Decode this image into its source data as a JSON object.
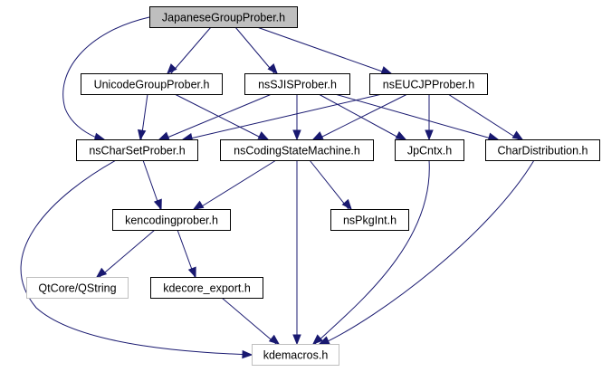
{
  "diagram": {
    "type": "include-dependency-graph",
    "colors": {
      "edge": "#191970",
      "root_fill": "#bfbfbf",
      "node_fill": "#ffffff",
      "node_border": "#000000",
      "external_border": "#bfbfbf"
    },
    "nodes": [
      {
        "id": "JapaneseGroupProber",
        "label": "JapaneseGroupProber.h",
        "kind": "root"
      },
      {
        "id": "UnicodeGroupProber",
        "label": "UnicodeGroupProber.h",
        "kind": "normal"
      },
      {
        "id": "nsSJISProber",
        "label": "nsSJISProber.h",
        "kind": "normal"
      },
      {
        "id": "nsEUCJPProber",
        "label": "nsEUCJPProber.h",
        "kind": "normal"
      },
      {
        "id": "nsCharSetProber",
        "label": "nsCharSetProber.h",
        "kind": "normal"
      },
      {
        "id": "nsCodingStateMachine",
        "label": "nsCodingStateMachine.h",
        "kind": "normal"
      },
      {
        "id": "JpCntx",
        "label": "JpCntx.h",
        "kind": "normal"
      },
      {
        "id": "CharDistribution",
        "label": "CharDistribution.h",
        "kind": "normal"
      },
      {
        "id": "kencodingprober",
        "label": "kencodingprober.h",
        "kind": "normal"
      },
      {
        "id": "nsPkgInt",
        "label": "nsPkgInt.h",
        "kind": "normal"
      },
      {
        "id": "QString",
        "label": "QtCore/QString",
        "kind": "external"
      },
      {
        "id": "kdecore_export",
        "label": "kdecore_export.h",
        "kind": "normal"
      },
      {
        "id": "kdemacros",
        "label": "kdemacros.h",
        "kind": "external"
      }
    ],
    "edges": [
      {
        "from": "JapaneseGroupProber",
        "to": "nsCharSetProber"
      },
      {
        "from": "JapaneseGroupProber",
        "to": "UnicodeGroupProber"
      },
      {
        "from": "JapaneseGroupProber",
        "to": "nsSJISProber"
      },
      {
        "from": "JapaneseGroupProber",
        "to": "nsEUCJPProber"
      },
      {
        "from": "UnicodeGroupProber",
        "to": "nsCharSetProber"
      },
      {
        "from": "UnicodeGroupProber",
        "to": "nsCodingStateMachine"
      },
      {
        "from": "nsSJISProber",
        "to": "nsCharSetProber"
      },
      {
        "from": "nsSJISProber",
        "to": "nsCodingStateMachine"
      },
      {
        "from": "nsSJISProber",
        "to": "JpCntx"
      },
      {
        "from": "nsSJISProber",
        "to": "CharDistribution"
      },
      {
        "from": "nsEUCJPProber",
        "to": "nsCharSetProber"
      },
      {
        "from": "nsEUCJPProber",
        "to": "nsCodingStateMachine"
      },
      {
        "from": "nsEUCJPProber",
        "to": "JpCntx"
      },
      {
        "from": "nsEUCJPProber",
        "to": "CharDistribution"
      },
      {
        "from": "nsCharSetProber",
        "to": "kencodingprober"
      },
      {
        "from": "nsCharSetProber",
        "to": "kdemacros"
      },
      {
        "from": "nsCodingStateMachine",
        "to": "kencodingprober"
      },
      {
        "from": "nsCodingStateMachine",
        "to": "kdemacros"
      },
      {
        "from": "nsCodingStateMachine",
        "to": "nsPkgInt"
      },
      {
        "from": "JpCntx",
        "to": "kdemacros"
      },
      {
        "from": "CharDistribution",
        "to": "kdemacros"
      },
      {
        "from": "kencodingprober",
        "to": "QString"
      },
      {
        "from": "kencodingprober",
        "to": "kdecore_export"
      },
      {
        "from": "kdecore_export",
        "to": "kdemacros"
      }
    ]
  }
}
